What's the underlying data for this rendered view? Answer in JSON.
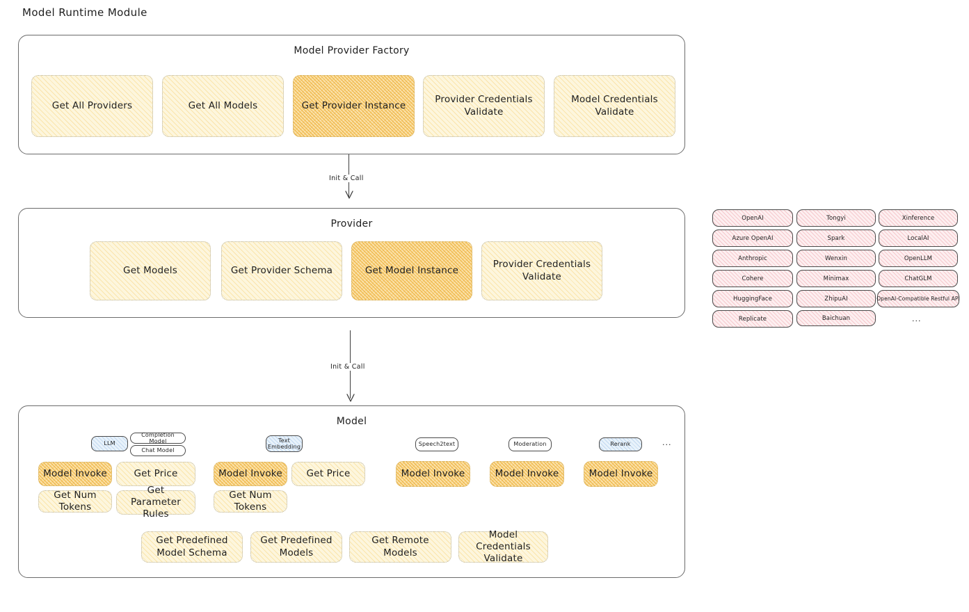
{
  "page": {
    "title": "Model Runtime Module"
  },
  "factory": {
    "title": "Model Provider Factory",
    "nodes": [
      {
        "label": "Get All Providers",
        "highlight": false
      },
      {
        "label": "Get All Models",
        "highlight": false
      },
      {
        "label": "Get Provider Instance",
        "highlight": true
      },
      {
        "label": "Provider Credentials Validate",
        "highlight": false
      },
      {
        "label": "Model Credentials Validate",
        "highlight": false
      }
    ]
  },
  "arrows": [
    {
      "label": "Init & Call"
    },
    {
      "label": "Init & Call"
    }
  ],
  "provider": {
    "title": "Provider",
    "nodes": [
      {
        "label": "Get Models",
        "highlight": false
      },
      {
        "label": "Get Provider Schema",
        "highlight": false
      },
      {
        "label": "Get Model Instance",
        "highlight": true
      },
      {
        "label": "Provider Credentials Validate",
        "highlight": false
      }
    ]
  },
  "provider_list": {
    "columns": [
      {
        "items": [
          "OpenAI",
          "Azure OpenAI",
          "Anthropic",
          "Cohere",
          "HuggingFace",
          "Replicate"
        ]
      },
      {
        "items": [
          "Tongyi",
          "Spark",
          "Wenxin",
          "Minimax",
          "ZhipuAI",
          "Baichuan"
        ]
      },
      {
        "items": [
          "Xinference",
          "LocalAI",
          "OpenLLM",
          "ChatGLM",
          "OpenAI-Compatible Restful API"
        ]
      }
    ],
    "more": "..."
  },
  "model": {
    "title": "Model",
    "more": "...",
    "types": [
      {
        "badge": "LLM",
        "badge_blue": true,
        "sub_badges": [
          "Completion Model",
          "Chat Model"
        ],
        "methods": [
          {
            "label": "Model Invoke",
            "highlight": true
          },
          {
            "label": "Get Price",
            "highlight": false
          },
          {
            "label": "Get Num Tokens",
            "highlight": false
          },
          {
            "label": "Get Parameter Rules",
            "highlight": false
          }
        ]
      },
      {
        "badge": "Text Embedding",
        "badge_blue": true,
        "sub_badges": [],
        "methods": [
          {
            "label": "Model Invoke",
            "highlight": true
          },
          {
            "label": "Get Price",
            "highlight": false
          },
          {
            "label": "Get Num Tokens",
            "highlight": false
          }
        ]
      },
      {
        "badge": "Speech2text",
        "badge_blue": false,
        "sub_badges": [],
        "methods": [
          {
            "label": "Model Invoke",
            "highlight": true
          }
        ]
      },
      {
        "badge": "Moderation",
        "badge_blue": false,
        "sub_badges": [],
        "methods": [
          {
            "label": "Model Invoke",
            "highlight": true
          }
        ]
      },
      {
        "badge": "Rerank",
        "badge_blue": true,
        "sub_badges": [],
        "methods": [
          {
            "label": "Model Invoke",
            "highlight": true
          }
        ]
      }
    ],
    "common_methods": [
      {
        "label": "Get Predefined Model Schema"
      },
      {
        "label": "Get Predefined Models"
      },
      {
        "label": "Get Remote Models"
      },
      {
        "label": "Model Credentials Validate"
      }
    ]
  },
  "colors": {
    "node_fill": "#fdf6dd",
    "node_fill_strong": "#fbe2ab",
    "chip_fill": "#fdeff0",
    "badge_blue": "#e8f2fb",
    "border": "#6b6b6b",
    "text": "#1e1e1e"
  }
}
